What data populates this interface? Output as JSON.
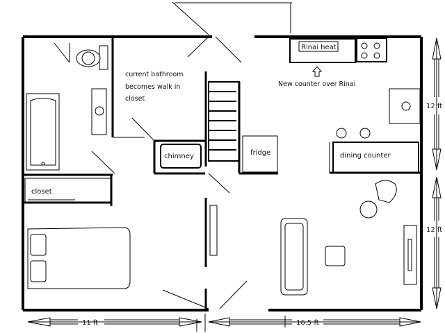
{
  "labels": {
    "current_bathroom": [
      "current bathroom",
      "becomes walk in",
      "closet"
    ],
    "rinai_heat": "Rinai heat",
    "new_counter": "New counter over Rinai",
    "chimney": "chimney",
    "fridge": "fridge",
    "dining_counter": "dining counter",
    "closet": "closet"
  },
  "dimensions": {
    "right_upper": "12 ft",
    "right_lower": "12 ft",
    "bottom_left": "11 ft",
    "bottom_right": "16.5 ft"
  },
  "colors": {
    "ink": "#000000",
    "background": "#ffffff"
  }
}
